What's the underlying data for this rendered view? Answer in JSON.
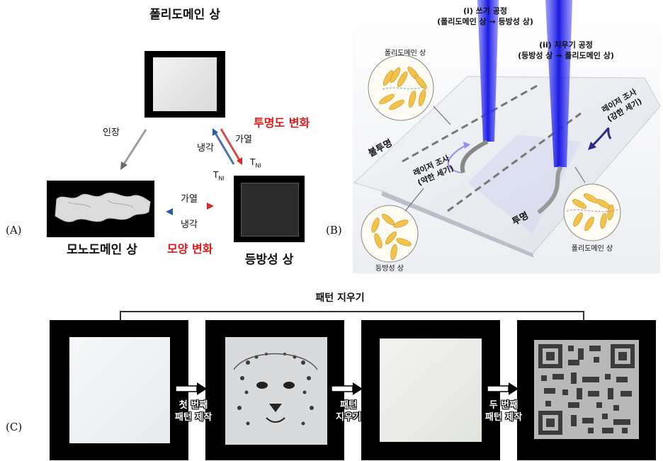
{
  "panelA": {
    "label": "(A)",
    "polydomain_title": "폴리도메인 상",
    "monodomain_title": "모노도메인 상",
    "isotropic_title": "등방성 상",
    "stretch": "인장",
    "cooling_upper": "냉각",
    "heating_upper": "가열",
    "transparency_change": "투명도 변화",
    "heating_lower": "가열",
    "cooling_lower": "냉각",
    "shape_change": "모양 변화",
    "tni_right": "T",
    "tni_right_sub": "NI",
    "tni_left": "T",
    "tni_left_sub": "NI"
  },
  "panelB": {
    "label": "(B)",
    "write_process_title": "(i) 쓰기 공정",
    "write_process_detail": "(폴리도메인 상 → 등방성 상)",
    "erase_process_title": "(ii) 지우기 공정",
    "erase_process_detail": "(등방성 상 → 폴리도메인 상)",
    "polydomain_top": "폴리도메인 상",
    "opaque": "불투명",
    "laser_weak_line1": "레이저 조사",
    "laser_weak_line2": "(약한 세기)",
    "laser_strong_line1": "레이저 조사",
    "laser_strong_line2": "(강한 세기)",
    "transparent": "투명",
    "isotropic_bottom": "등방성 상",
    "polydomain_bottom": "폴리도메인 상"
  },
  "panelC": {
    "label": "(C)",
    "erase_pattern_top": "패턴 지우기",
    "step1_line1": "첫 번째",
    "step1_line2": "패턴 제작",
    "step2_line1": "패턴",
    "step2_line2": "지우기",
    "step3_line1": "두 번째",
    "step3_line2": "패턴 제작"
  },
  "colors": {
    "red_text": "#e01818",
    "laser_blue": "#2a2af0",
    "arrow_red": "#d42a2a",
    "arrow_blue": "#2a5aa8"
  }
}
